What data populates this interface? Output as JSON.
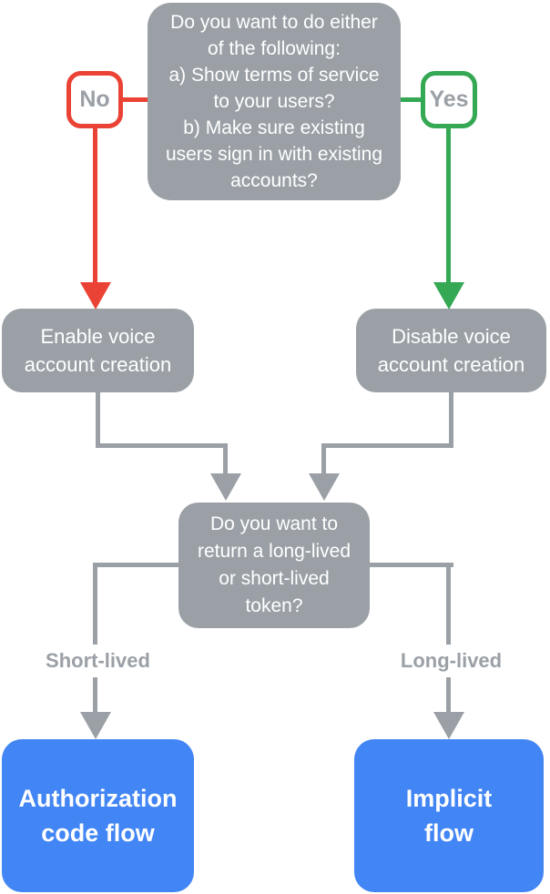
{
  "palette": {
    "gray": "#9AA0A6",
    "red": "#EA4335",
    "green": "#34A853",
    "blue": "#4285F4",
    "white": "#FFFFFF"
  },
  "nodes": {
    "top_question": {
      "text": "Do you want to do either\nof the following:\na) Show terms of service\nto your users?\nb) Make sure existing\nusers sign in with existing\naccounts?"
    },
    "no_badge": {
      "label": "No"
    },
    "yes_badge": {
      "label": "Yes"
    },
    "enable_voice": {
      "text": "Enable voice\naccount creation"
    },
    "disable_voice": {
      "text": "Disable voice\naccount creation"
    },
    "token_question": {
      "text": "Do you want to\nreturn a long-lived\nor short-lived\ntoken?"
    },
    "short_lived_label": {
      "text": "Short-lived"
    },
    "long_lived_label": {
      "text": "Long-lived"
    },
    "authorization_code_flow": {
      "text": "Authorization\ncode flow"
    },
    "implicit_flow": {
      "text": "Implicit\nflow"
    }
  }
}
